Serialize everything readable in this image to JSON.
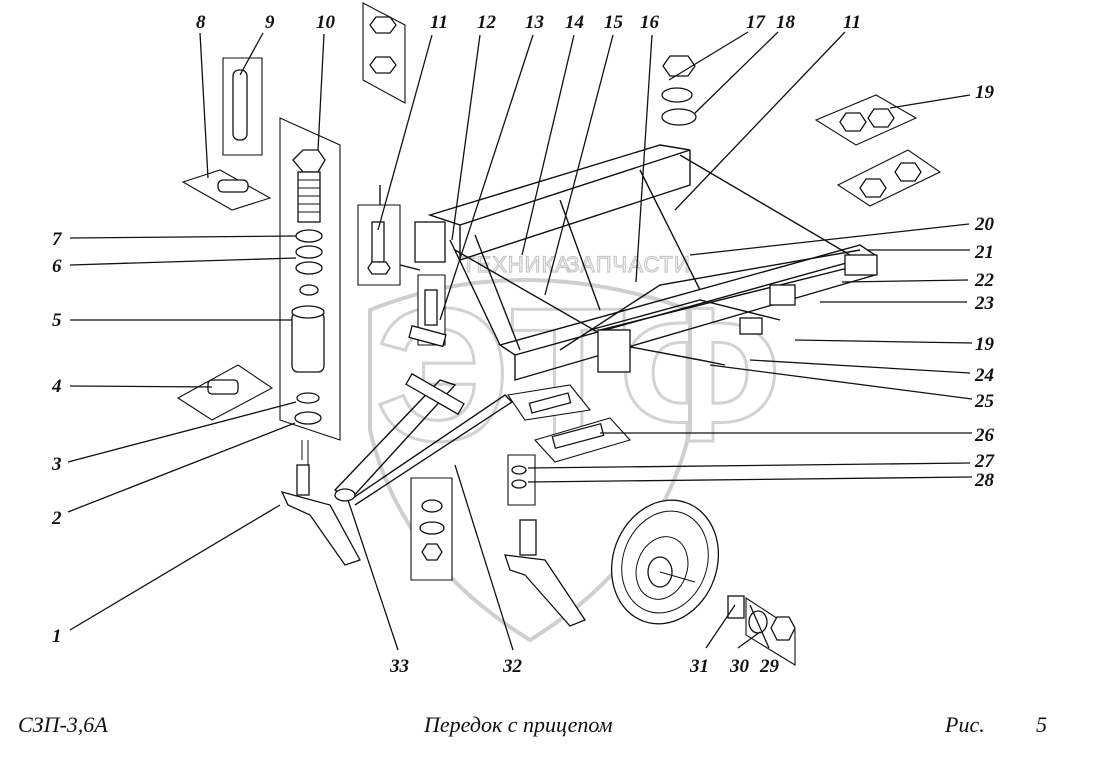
{
  "footer": {
    "model": "СЗП-3,6А",
    "title": "Передок с прицепом",
    "figure_label": "Рис.",
    "figure_number": "5"
  },
  "watermark": {
    "logo": "ЭТФ",
    "text_left": "ТЕХНИКА",
    "text_right": "ЗАПЧАСТИ"
  },
  "callouts": [
    {
      "id": "c1",
      "label": "1"
    },
    {
      "id": "c2",
      "label": "2"
    },
    {
      "id": "c3",
      "label": "3"
    },
    {
      "id": "c4",
      "label": "4"
    },
    {
      "id": "c5",
      "label": "5"
    },
    {
      "id": "c6",
      "label": "6"
    },
    {
      "id": "c7",
      "label": "7"
    },
    {
      "id": "c8",
      "label": "8"
    },
    {
      "id": "c9",
      "label": "9"
    },
    {
      "id": "c10",
      "label": "10"
    },
    {
      "id": "c11a",
      "label": "11"
    },
    {
      "id": "c12",
      "label": "12"
    },
    {
      "id": "c13",
      "label": "13"
    },
    {
      "id": "c14",
      "label": "14"
    },
    {
      "id": "c15",
      "label": "15"
    },
    {
      "id": "c16",
      "label": "16"
    },
    {
      "id": "c17",
      "label": "17"
    },
    {
      "id": "c18",
      "label": "18"
    },
    {
      "id": "c11b",
      "label": "11"
    },
    {
      "id": "c19a",
      "label": "19"
    },
    {
      "id": "c20",
      "label": "20"
    },
    {
      "id": "c21",
      "label": "21"
    },
    {
      "id": "c22",
      "label": "22"
    },
    {
      "id": "c23",
      "label": "23"
    },
    {
      "id": "c19b",
      "label": "19"
    },
    {
      "id": "c24",
      "label": "24"
    },
    {
      "id": "c25",
      "label": "25"
    },
    {
      "id": "c26",
      "label": "26"
    },
    {
      "id": "c27",
      "label": "27"
    },
    {
      "id": "c28",
      "label": "28"
    },
    {
      "id": "c29",
      "label": "29"
    },
    {
      "id": "c30",
      "label": "30"
    },
    {
      "id": "c31",
      "label": "31"
    },
    {
      "id": "c32",
      "label": "32"
    },
    {
      "id": "c33",
      "label": "33"
    }
  ]
}
